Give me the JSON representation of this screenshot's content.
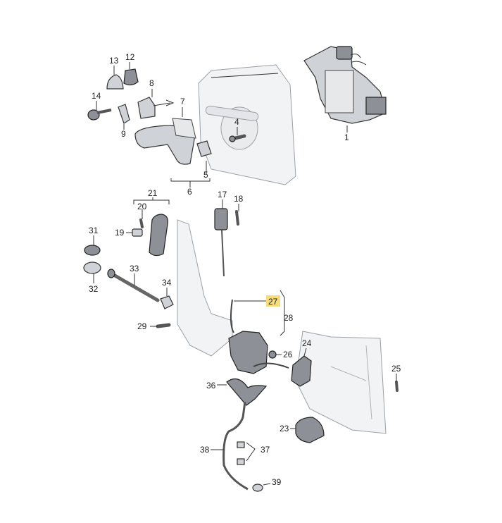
{
  "callouts": [
    {
      "id": "c1",
      "text": "1"
    },
    {
      "id": "c4",
      "text": "4"
    },
    {
      "id": "c5",
      "text": "5"
    },
    {
      "id": "c6",
      "text": "6"
    },
    {
      "id": "c7",
      "text": "7"
    },
    {
      "id": "c8",
      "text": "8"
    },
    {
      "id": "c9",
      "text": "9"
    },
    {
      "id": "c12",
      "text": "12"
    },
    {
      "id": "c13",
      "text": "13"
    },
    {
      "id": "c14",
      "text": "14"
    },
    {
      "id": "c17",
      "text": "17"
    },
    {
      "id": "c18",
      "text": "18"
    },
    {
      "id": "c19",
      "text": "19"
    },
    {
      "id": "c20",
      "text": "20"
    },
    {
      "id": "c21",
      "text": "21"
    },
    {
      "id": "c23",
      "text": "23"
    },
    {
      "id": "c24",
      "text": "24"
    },
    {
      "id": "c25",
      "text": "25"
    },
    {
      "id": "c26",
      "text": "26"
    },
    {
      "id": "c27",
      "text": "27",
      "highlighted": true
    },
    {
      "id": "c28",
      "text": "28"
    },
    {
      "id": "c29",
      "text": "29"
    },
    {
      "id": "c31",
      "text": "31"
    },
    {
      "id": "c32",
      "text": "32"
    },
    {
      "id": "c33",
      "text": "33"
    },
    {
      "id": "c34",
      "text": "34"
    },
    {
      "id": "c36",
      "text": "36"
    },
    {
      "id": "c37",
      "text": "37"
    },
    {
      "id": "c38",
      "text": "38"
    },
    {
      "id": "c39",
      "text": "39"
    }
  ],
  "colors": {
    "highlight": "#f6dc7a",
    "part_fill": "#cfd3d7",
    "part_dark": "#8d9197",
    "line": "#333333"
  }
}
